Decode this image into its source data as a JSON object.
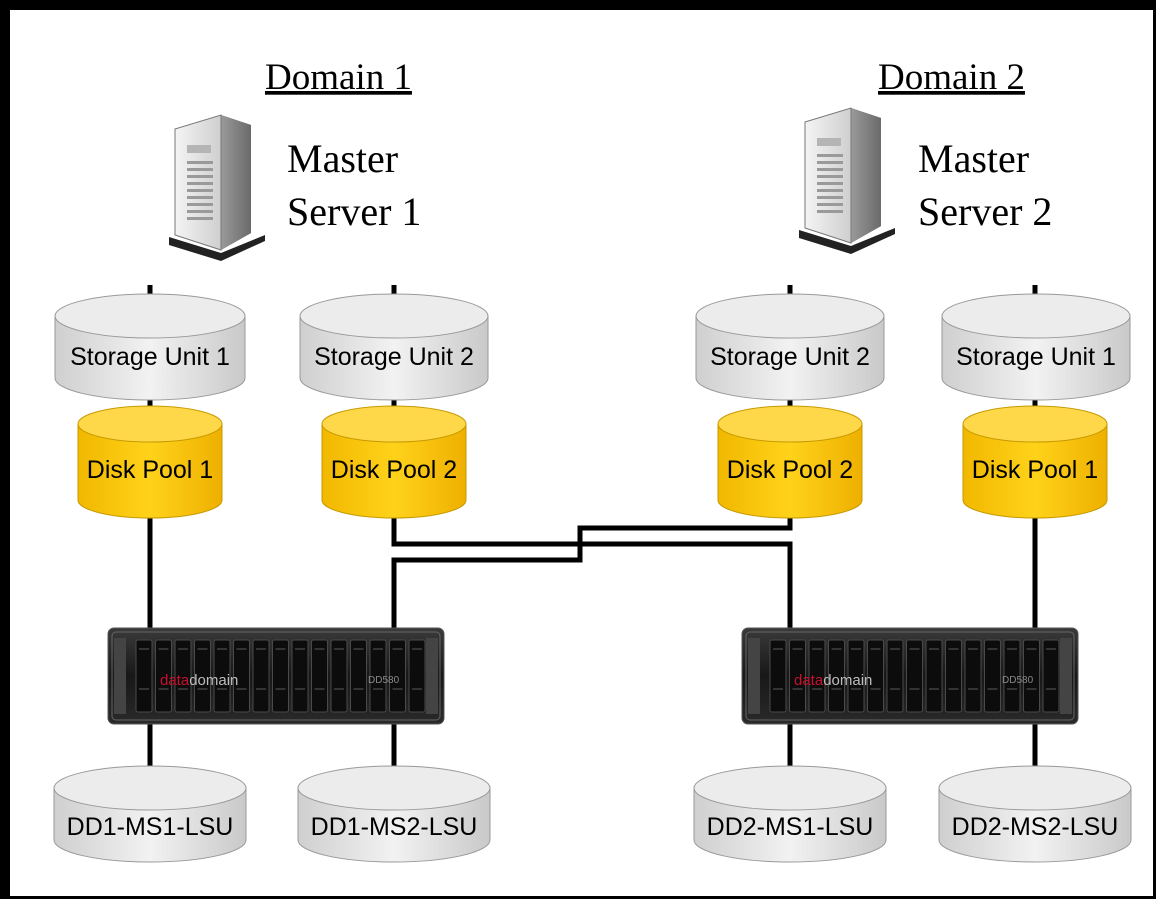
{
  "domains": [
    {
      "title": "Domain 1",
      "server": {
        "line1": "Master",
        "line2": "Server 1",
        "icon": "server-tower-icon"
      },
      "storage_units": [
        "Storage Unit 1",
        "Storage Unit 2"
      ],
      "disk_pools": [
        "Disk Pool 1",
        "Disk Pool 2"
      ],
      "appliance": {
        "brand": "datadomain",
        "brand_accent": "data",
        "brand_rest": "domain",
        "model": "DD580",
        "icon": "datadomain-appliance-icon"
      },
      "lsus": [
        "DD1-MS1-LSU",
        "DD1-MS2-LSU"
      ]
    },
    {
      "title": "Domain 2",
      "server": {
        "line1": "Master",
        "line2": "Server 2",
        "icon": "server-tower-icon"
      },
      "storage_units": [
        "Storage Unit 2",
        "Storage Unit 1"
      ],
      "disk_pools": [
        "Disk Pool 2",
        "Disk Pool 1"
      ],
      "appliance": {
        "brand": "datadomain",
        "brand_accent": "data",
        "brand_rest": "domain",
        "model": "DD580",
        "icon": "datadomain-appliance-icon"
      },
      "lsus": [
        "DD2-MS1-LSU",
        "DD2-MS2-LSU"
      ]
    }
  ],
  "colors": {
    "storage_unit_fill": "#e6e6e6",
    "disk_pool_fill": "#ffcc00",
    "lsu_fill": "#e6e6e6",
    "brand_accent": "#c8102e",
    "appliance_body": "#1e1e1e"
  }
}
